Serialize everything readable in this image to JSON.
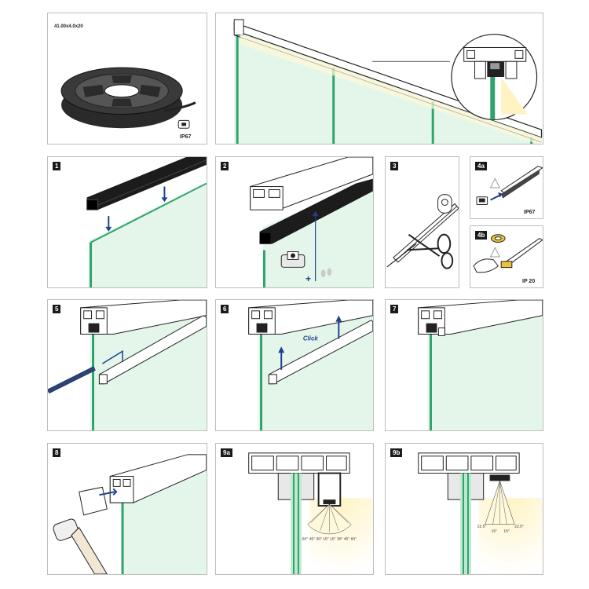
{
  "overview": {
    "reel_label": "41.00x4.0x20",
    "ip_rating": "IP67"
  },
  "steps": {
    "s1": "1",
    "s2": "2",
    "s3": "3",
    "s4a": "4a",
    "s4b": "4b",
    "s5": "5",
    "s6": "6",
    "s7": "7",
    "s8": "8",
    "s9a": "9a",
    "s9b": "9b"
  },
  "labels": {
    "ip67": "IP67",
    "ip20": "IP 20",
    "plus": "+",
    "click": "Click",
    "angles_9a": "60° 45° 30° 15° 15° 30° 45° 60°",
    "angle_9b_left": "22.5°",
    "angle_9b_mid_left": "15°",
    "angle_9b_mid_right": "15°",
    "angle_9b_right": "22.5°"
  },
  "colors": {
    "glass": "#d9f2e2",
    "glass_edge": "#2fa36b",
    "profile": "#1c1c1c",
    "arrow": "#1f3f8f",
    "light": "#fff3c4",
    "panel_border": "#bdbdbd"
  }
}
